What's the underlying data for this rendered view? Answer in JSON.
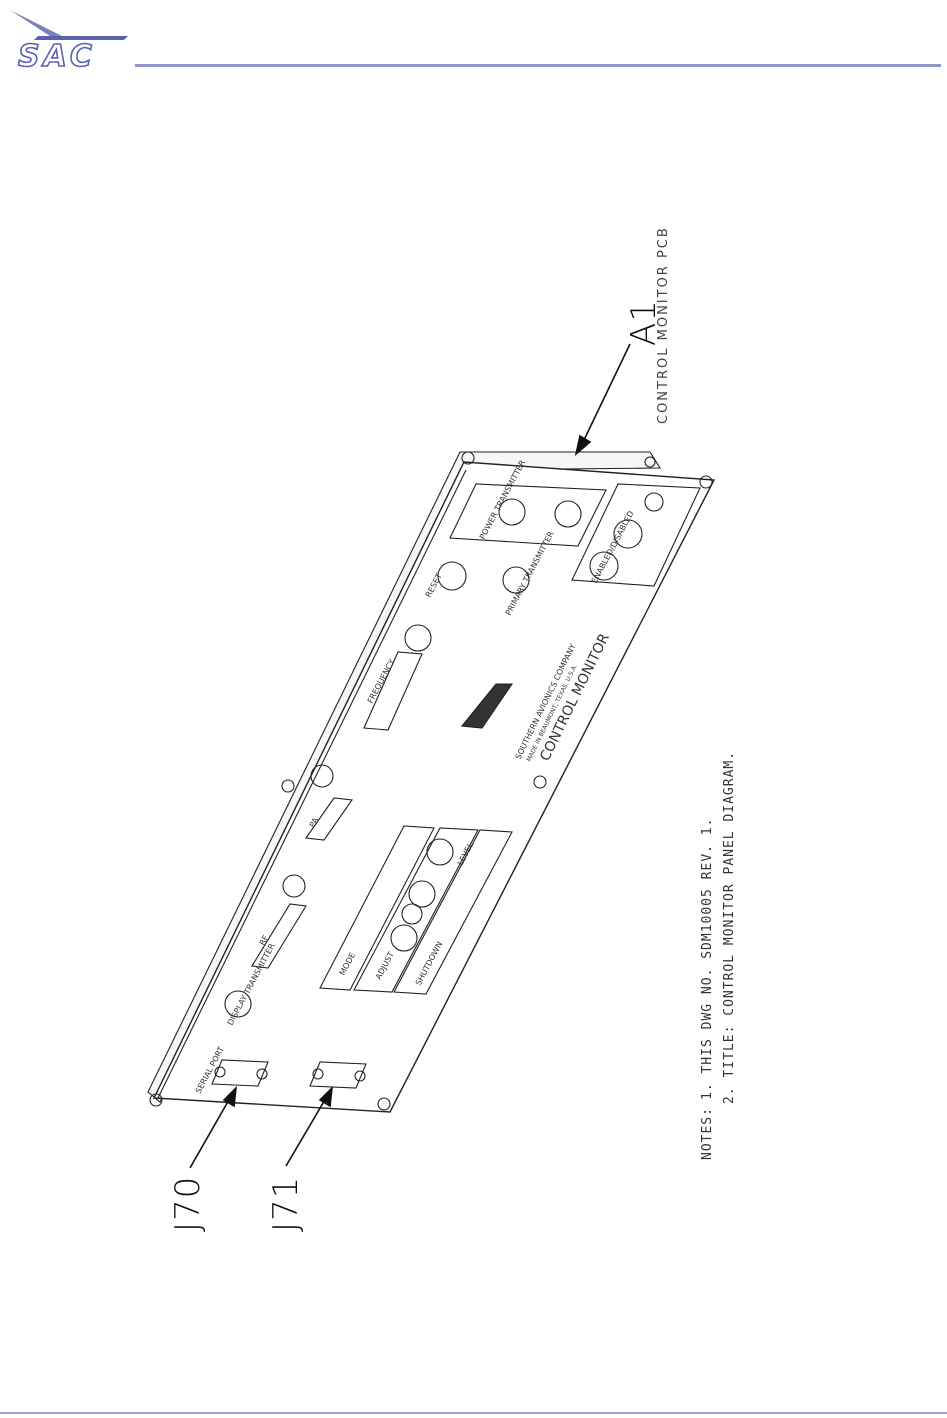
{
  "brand": {
    "logo_text": "SAC"
  },
  "callouts": {
    "a1": {
      "ref": "A1",
      "description": "CONTROL MONITOR PCB"
    },
    "j70": {
      "ref": "J70"
    },
    "j71": {
      "ref": "J71"
    }
  },
  "panel": {
    "power_transmitter": "POWER TRANSMITTER",
    "enabled_disabled": "ENABLED/DISABLED",
    "reset": "RESET",
    "primary_transmitter": "PRIMARY TRANSMITTER",
    "frequency": "FREQUENCY",
    "company_name": "SOUTHERN AVIONICS COMPANY",
    "company_location": "MADE IN BEAUMONT, TEXAS, U.S.A.",
    "product_name": "CONTROL MONITOR",
    "pa": "PA",
    "rf": "RF",
    "display_transmitter": "DISPLAY TRANSMITTER",
    "serial_port": "SERIAL PORT",
    "mode": "MODE",
    "adjust": "ADJUST",
    "shutdown": "SHUTDOWN",
    "level": "LEVEL"
  },
  "notes": {
    "label": "NOTES:",
    "line1": "1. THIS DWG NO. SDM10005 REV. 1.",
    "line2": "2. TITLE: CONTROL MONITOR PANEL DIAGRAM."
  }
}
